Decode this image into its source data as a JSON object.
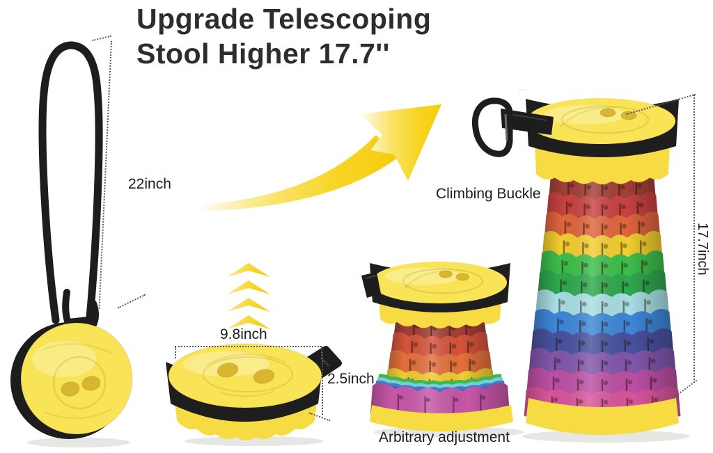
{
  "title": {
    "line1": "Upgrade Telescoping",
    "line2": "Stool Higher 17.7''"
  },
  "labels": {
    "strap_length": "22inch",
    "folded_diameter": "9.8inch",
    "folded_height": "2.5inch",
    "extended_height": "17.7inch",
    "climbing_buckle": "Climbing Buckle",
    "arbitrary_adjustment": "Arbitrary adjustment"
  },
  "icons": {
    "swoosh_arrow": "upgrade-arrow",
    "chevrons": "expand-up-chevrons",
    "carabiner": "climbing-buckle-carabiner"
  },
  "colors": {
    "background": "#ffffff",
    "title_text": "#2d2d2d",
    "label_text": "#1c1c1c",
    "dimension_line": "#5a5a5a",
    "stool_yellow": "#F6DC42",
    "stool_yellow_light": "#F8E456",
    "hole_yellow": "#D9B630",
    "strap_black": "#1d1d1d",
    "band_black": "#1E1E1E",
    "arrow_gold": "#F5CB0D",
    "shadow": "#e6e6e3",
    "extended_rings": [
      "#A24038",
      "#C84340",
      "#E0653E",
      "#F2CE2F",
      "#3DBE4A",
      "#2EA84D",
      "#A8DEE4",
      "#3E86D8",
      "#47519E",
      "#8156AB",
      "#BC4FA4",
      "#D8549C"
    ],
    "mid_extended_rings": [
      "#A23E35",
      "#D5533B",
      "#E2703C",
      "#EFCB33"
    ],
    "mid_compressed_strips": [
      "#3CB84C",
      "#76CEDA",
      "#4478CE",
      "#6052A8",
      "#9C58AE"
    ],
    "mid_compressed_ring": "#C757A8"
  }
}
